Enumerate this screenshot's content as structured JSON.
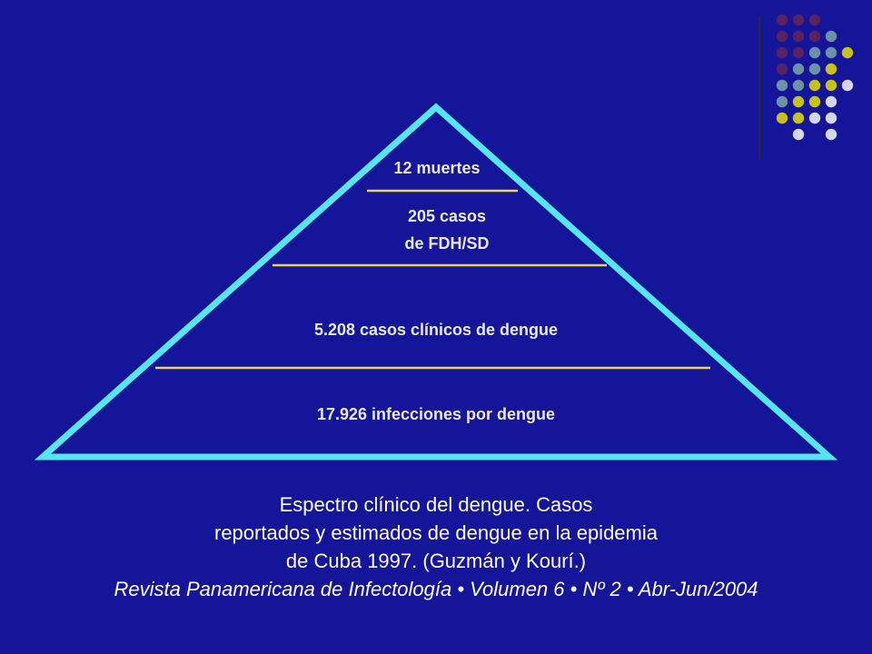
{
  "pyramid": {
    "levels": [
      {
        "lines": [
          "12 muertes"
        ]
      },
      {
        "lines": [
          "205 casos",
          "de FDH/SD"
        ]
      },
      {
        "lines": [
          "5.208 casos clínicos de dengue"
        ]
      },
      {
        "lines": [
          "17.926 infecciones por dengue"
        ]
      }
    ]
  },
  "caption": {
    "line1": "Espectro clínico del dengue. Casos",
    "line2": "reportados y estimados de dengue en la epidemia",
    "line3": "de Cuba 1997. (Guzmán y Kourí.)",
    "citation": "Revista Panamericana de Infectología • Volumen 6 • Nº 2 • Abr-Jun/2004"
  },
  "colors": {
    "background": "#15159a",
    "pyramid_outline": "#55e6f6",
    "divider": "#e6d84a",
    "dot_purple": "#5b2160",
    "dot_teal": "#6b93a7",
    "dot_yellow": "#c7c316",
    "dot_lavender": "#d6d6f4"
  }
}
